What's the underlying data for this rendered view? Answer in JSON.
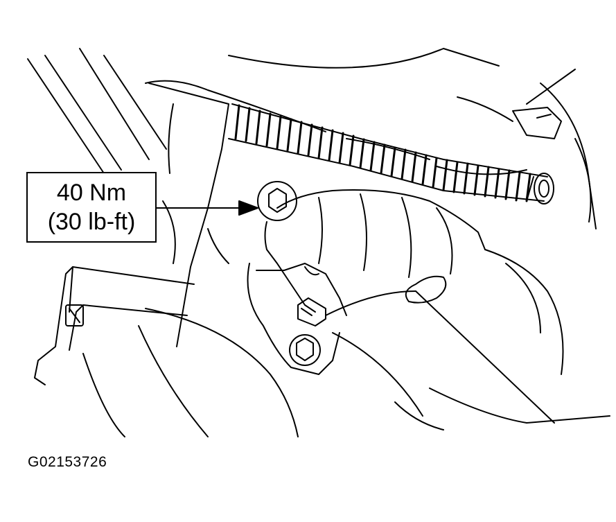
{
  "callout": {
    "torque_metric": "40 Nm",
    "torque_imperial": "(30 lb-ft)"
  },
  "figure_id": "G02153726",
  "colors": {
    "line": "#000000",
    "background": "#ffffff"
  }
}
